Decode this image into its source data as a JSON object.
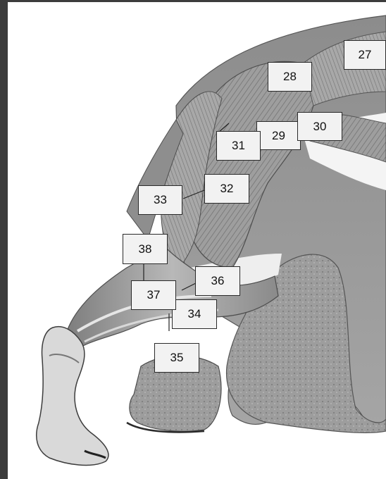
{
  "colors": {
    "frame": "#3c3c3c",
    "label_background": "#f2f2f2",
    "label_border": "#2a2a2a",
    "muscle_shade": "#9a9a9a"
  },
  "labels": [
    {
      "id": "27",
      "text": "27"
    },
    {
      "id": "28",
      "text": "28"
    },
    {
      "id": "29",
      "text": "29"
    },
    {
      "id": "30",
      "text": "30"
    },
    {
      "id": "31",
      "text": "31"
    },
    {
      "id": "32",
      "text": "32"
    },
    {
      "id": "33",
      "text": "33"
    },
    {
      "id": "34",
      "text": "34"
    },
    {
      "id": "35",
      "text": "35"
    },
    {
      "id": "36",
      "text": "36"
    },
    {
      "id": "37",
      "text": "37"
    },
    {
      "id": "38",
      "text": "38"
    }
  ]
}
